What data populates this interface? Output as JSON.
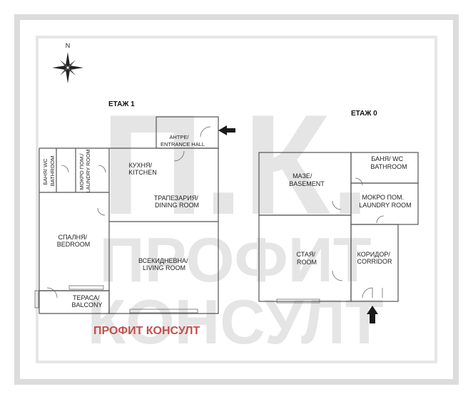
{
  "floors": {
    "floor1_title": "ЕТАЖ 1",
    "floor0_title": "ЕТАЖ 0"
  },
  "compass": {
    "north_label": "N"
  },
  "rooms_floor1": {
    "entrance_hall": [
      "АНТРЕ/",
      "ENTRANCE HALL"
    ],
    "bathroom_wc": [
      "БАНЯ/ WC",
      "BATHROOM"
    ],
    "laundry_room": [
      "МОКРО ПОМ./",
      "LAUNDRY ROOM"
    ],
    "kitchen": [
      "КУХНЯ/",
      "KITCHEN"
    ],
    "dining_room": [
      "ТРАПЕЗАРИЯ/",
      "DINING ROOM"
    ],
    "bedroom": [
      "СПАЛНЯ/",
      "BEDROOM"
    ],
    "living_room": [
      "ВСЕКИДНЕВНА/",
      "LIVING ROOM"
    ],
    "balcony": [
      "ТЕРАСА/",
      "BALCONY"
    ]
  },
  "rooms_floor0": {
    "basement": [
      "МАЗЕ/",
      "BASEMENT"
    ],
    "bathroom_wc": [
      "БАНЯ/ WC",
      "BATHROOM"
    ],
    "laundry_room": [
      "МОКРО ПОМ.",
      "LAUNDRY ROOM"
    ],
    "room": [
      "СТАЯ/",
      "ROOM"
    ],
    "corridor": [
      "КОРИДОР/",
      "CORRIDOR"
    ]
  },
  "watermark": {
    "line1": "П.К.",
    "line2": "ПРОФИТ",
    "line3": "КОНСУЛТ"
  },
  "brand": {
    "name": "ПРОФИТ КОНСУЛТ",
    "color": "#c0504d"
  },
  "colors": {
    "frame": "#dcdcdc",
    "wall": "#555555",
    "arrow": "#1a1a1a"
  },
  "icons": {
    "compass": "compass-rose-icon",
    "entrance_arrow": "arrow-left-icon",
    "entrance_arrow_floor0": "arrow-up-icon"
  }
}
